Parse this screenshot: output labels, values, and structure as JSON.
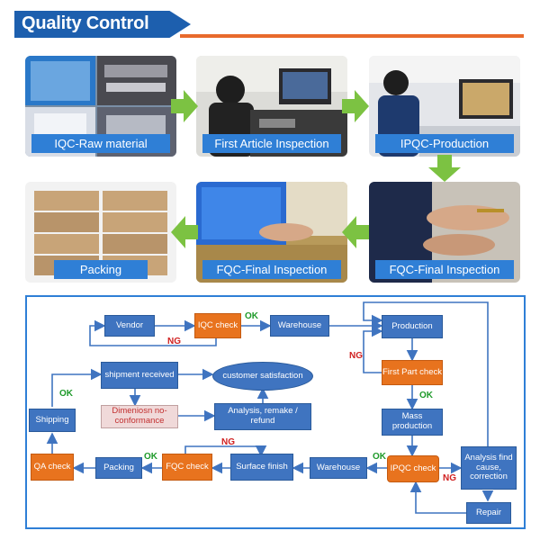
{
  "header": {
    "title": "Quality Control"
  },
  "photos": [
    {
      "label": "IQC-Raw material"
    },
    {
      "label": "First Article Inspection"
    },
    {
      "label": "IPQC-Production"
    },
    {
      "label": "FQC-Final Inspection"
    },
    {
      "label": "FQC-Final Inspection"
    },
    {
      "label": "Packing"
    }
  ],
  "flow": {
    "vendor": "Vendor",
    "iqc_check": "IQC check",
    "warehouse_top": "Warehouse",
    "production": "Production",
    "first_part_check": "First Part check",
    "mass_production": "Mass production",
    "ipqc_check": "IPQC check",
    "analysis_correction": "Analysis find cause, correction",
    "repair": "Repair",
    "warehouse_bottom": "Warehouse",
    "surface_finish": "Surface finish",
    "fqc_check": "FQC check",
    "packing": "Packing",
    "qa_check": "QA check",
    "shipping": "Shipping",
    "shipment_received": "shipment received",
    "customer_satisfaction": "customer satisfaction",
    "dimension_nonconformance": "Dimeniosn no-conformance",
    "analysis_remake_refund": "Analysis, remake / refund",
    "ok": "OK",
    "ng": "NG"
  },
  "colors": {
    "brand_blue": "#1d5fae",
    "accent_orange": "#e86a2c",
    "ok_green": "#1e9a2a",
    "ng_red": "#d02020"
  }
}
